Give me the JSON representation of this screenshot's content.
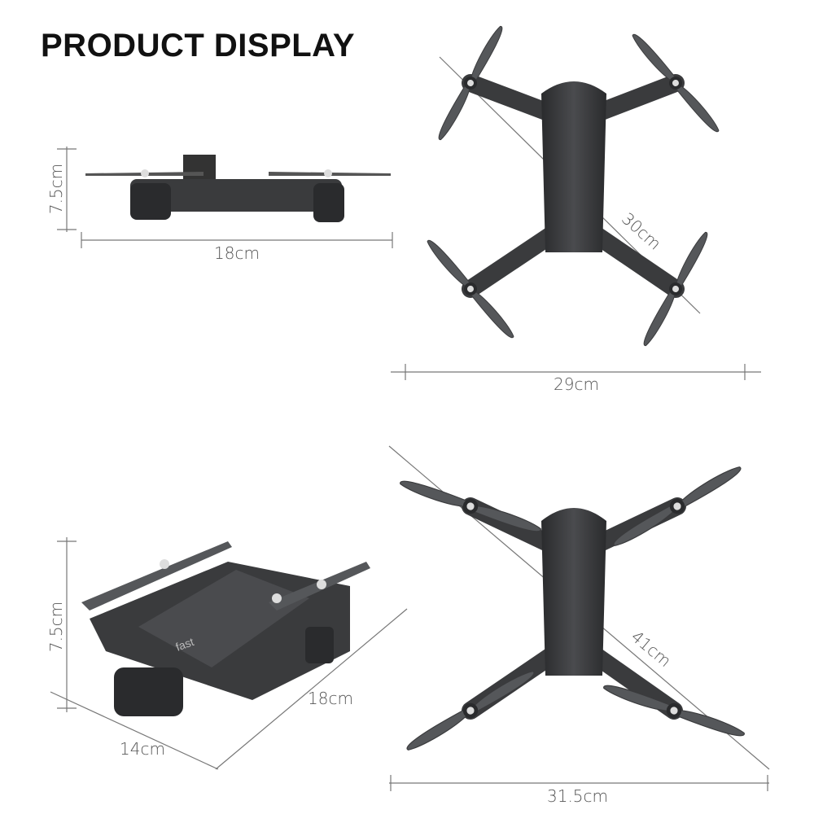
{
  "title": "PRODUCT DISPLAY",
  "views": {
    "side": {
      "height": "7.5cm",
      "width": "18cm"
    },
    "folded_top": {
      "diagonal": "30cm",
      "width": "29cm"
    },
    "folded_perspective": {
      "height": "7.5cm",
      "depth": "14cm",
      "length": "18cm"
    },
    "unfolded_top": {
      "diagonal": "41cm",
      "width": "31.5cm"
    }
  },
  "colors": {
    "drone_body": "#3a3b3d",
    "propeller": "#55575a",
    "dimension_line": "#777777"
  }
}
